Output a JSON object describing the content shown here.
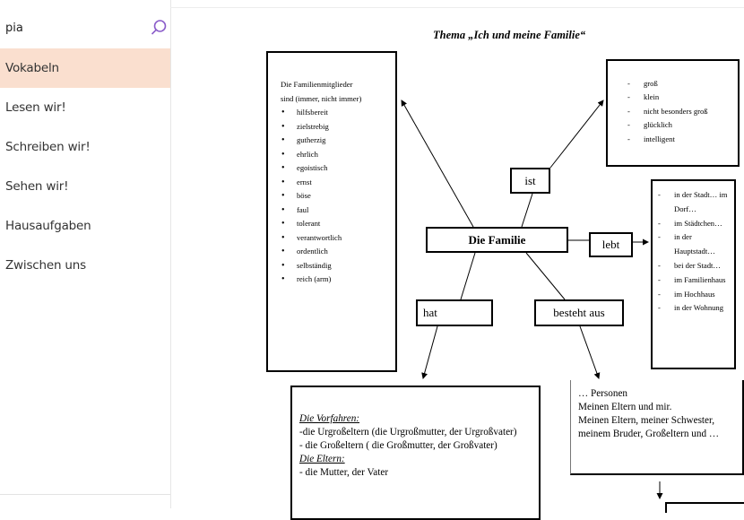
{
  "search": {
    "value": "pia"
  },
  "nav": {
    "items": [
      "Vokabeln",
      "Lesen wir!",
      "Schreiben wir!",
      "Sehen wir!",
      "Hausaufgaben",
      "Zwischen uns"
    ]
  },
  "doc": {
    "title": "Thema „Ich und meine Familie“",
    "traits_intro_1": "Die Familienmitglieder",
    "traits_intro_2": "sind (immer, nicht immer)",
    "traits": [
      "hilfsbereit",
      "zielstrebig",
      "gutherzig",
      "ehrlich",
      "egoistisch",
      "ernst",
      "böse",
      "faul",
      "tolerant",
      "verantwortlich",
      "ordentlich",
      "selbständig",
      "reich (arm)"
    ],
    "adjectives": [
      "groß",
      "klein",
      "nicht besonders groß",
      "glücklich",
      "intelligent"
    ],
    "places": [
      "in der Stadt… im Dorf…",
      "im Städtchen…",
      "in der Hauptstadt…",
      "bei der Stadt…",
      "im Familienhaus",
      "im Hochhaus",
      "in der Wohnung"
    ],
    "ist": "ist",
    "familie": "Die Familie",
    "lebt": "lebt",
    "hat": "hat",
    "besteht": "besteht aus",
    "vorfahren_head": "Die Vorfahren:",
    "vorfahren_1": "-die Urgroßeltern (die Urgroßmutter, der Urgroßvater)",
    "vorfahren_2": "- die Großeltern ( die Großmutter, der Großvater)",
    "eltern_head": "Die Eltern:",
    "eltern_1": "- die Mutter, der Vater",
    "persons_1": "… Personen",
    "persons_2": "Meinen Eltern und mir.",
    "persons_3": "Meinen Eltern, meiner Schwester, meinem Bruder, Großeltern und …"
  }
}
